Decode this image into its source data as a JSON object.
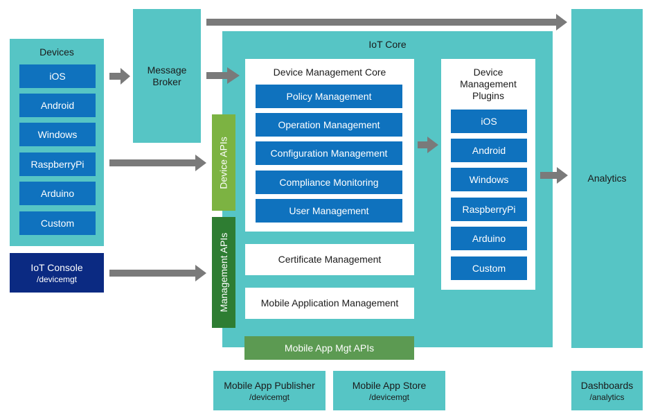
{
  "devices": {
    "title": "Devices",
    "items": [
      "iOS",
      "Android",
      "Windows",
      "RaspberryPi",
      "Arduino",
      "Custom"
    ]
  },
  "iot_console": {
    "title": "IoT Console",
    "path": "/devicemgt"
  },
  "message_broker": {
    "label": "Message Broker"
  },
  "iot_core": {
    "title": "IoT Core"
  },
  "device_apis": {
    "label": "Device APIs"
  },
  "management_apis": {
    "label": "Management APIs"
  },
  "device_management_core": {
    "title": "Device Management Core",
    "items": [
      "Policy Management",
      "Operation Management",
      "Configuration Management",
      "Compliance Monitoring",
      "User Management"
    ]
  },
  "certificate_management": {
    "label": "Certificate Management"
  },
  "mobile_application_management": {
    "label": "Mobile Application Management"
  },
  "mobile_app_mgt_apis": {
    "label": "Mobile App Mgt APIs"
  },
  "plugins": {
    "title": "Device Management Plugins",
    "items": [
      "iOS",
      "Android",
      "Windows",
      "RaspberryPi",
      "Arduino",
      "Custom"
    ]
  },
  "analytics": {
    "label": "Analytics"
  },
  "mobile_app_publisher": {
    "title": "Mobile App Publisher",
    "path": "/devicemgt"
  },
  "mobile_app_store": {
    "title": "Mobile App Store",
    "path": "/devicemgt"
  },
  "dashboards": {
    "title": "Dashboards",
    "path": "/analytics"
  },
  "colors": {
    "teal": "#56c5c5",
    "blue": "#0f72be",
    "dark_navy": "#0b2a82",
    "light_green": "#7cb342",
    "dark_green": "#2e7d32",
    "mid_green": "#5c9a52",
    "arrow_gray": "#7a7a7a"
  }
}
